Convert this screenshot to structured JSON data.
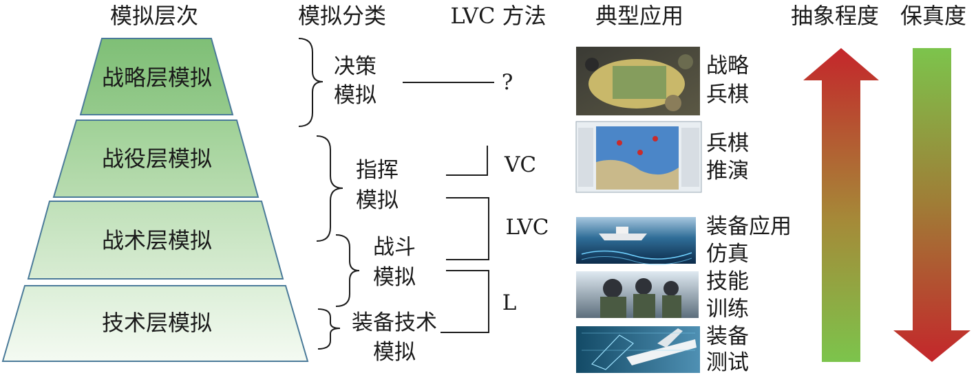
{
  "headers": {
    "level": "模拟层次",
    "category": "模拟分类",
    "method": "LVC 方法",
    "application": "典型应用",
    "abstraction": "抽象程度",
    "fidelity": "保真度"
  },
  "levels": [
    "战略层模拟",
    "战役层模拟",
    "战术层模拟",
    "技术层模拟"
  ],
  "categories": {
    "decision": [
      "决策",
      "模拟"
    ],
    "command": [
      "指挥",
      "模拟"
    ],
    "combat": [
      "战斗",
      "模拟"
    ],
    "equipment": [
      "装备技术",
      "模拟"
    ]
  },
  "methods": {
    "unknown": "?",
    "vc": "VC",
    "lvc": "LVC",
    "l": "L"
  },
  "applications": [
    {
      "lines": [
        "战略",
        "兵棋"
      ],
      "image": "tabletop-wargame-photo"
    },
    {
      "lines": [
        "兵棋",
        "推演"
      ],
      "image": "wargame-map-screen"
    },
    {
      "lines": [
        "装备应用",
        "仿真"
      ],
      "image": "naval-simulation-image"
    },
    {
      "lines": [
        "技能",
        "训练"
      ],
      "image": "soldiers-training-photo"
    },
    {
      "lines": [
        "装备",
        "测试"
      ],
      "image": "aircraft-wireframe-image"
    }
  ],
  "colors": {
    "tier_top": "#86c27e",
    "tier_bottom": "#eff7ec",
    "arrow_red": "#c4262b",
    "arrow_green": "#7dc54e"
  }
}
